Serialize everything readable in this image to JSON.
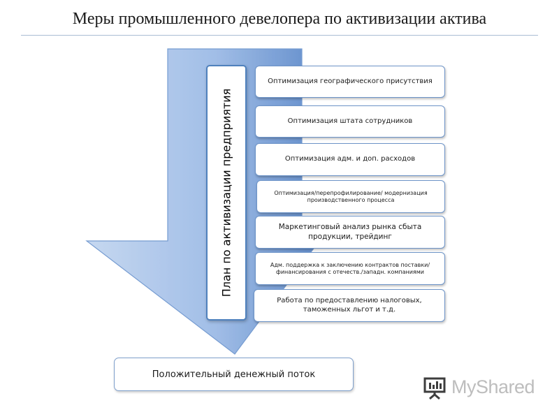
{
  "title": "Меры промышленного девелопера по активизации актива",
  "plan_label": "План по активизации предприятия",
  "steps": [
    "Оптимизация географического присутствия",
    "Оптимизация штата сотрудников",
    "Оптимизация адм. и доп. расходов",
    "Оптимизация/перепрофилирование/ модернизация производственного процесса",
    "Маркетинговый анализ рынка сбыта продукции, трейдинг",
    "Адм. поддержка к заключению контрактов поставки/финансирования  с отечеств./западн. компаниями",
    "Работа по предоставлению налоговых, таможенных льгот и т.д."
  ],
  "result": "Положительный денежный поток",
  "watermark": {
    "text": "MyShared",
    "icon": "presentation-board-icon"
  },
  "colors": {
    "arrow_light": "#a7c2e8",
    "arrow_dark": "#5b88c9",
    "border": "#4f81bd",
    "watermark": "#bdbdbd"
  }
}
